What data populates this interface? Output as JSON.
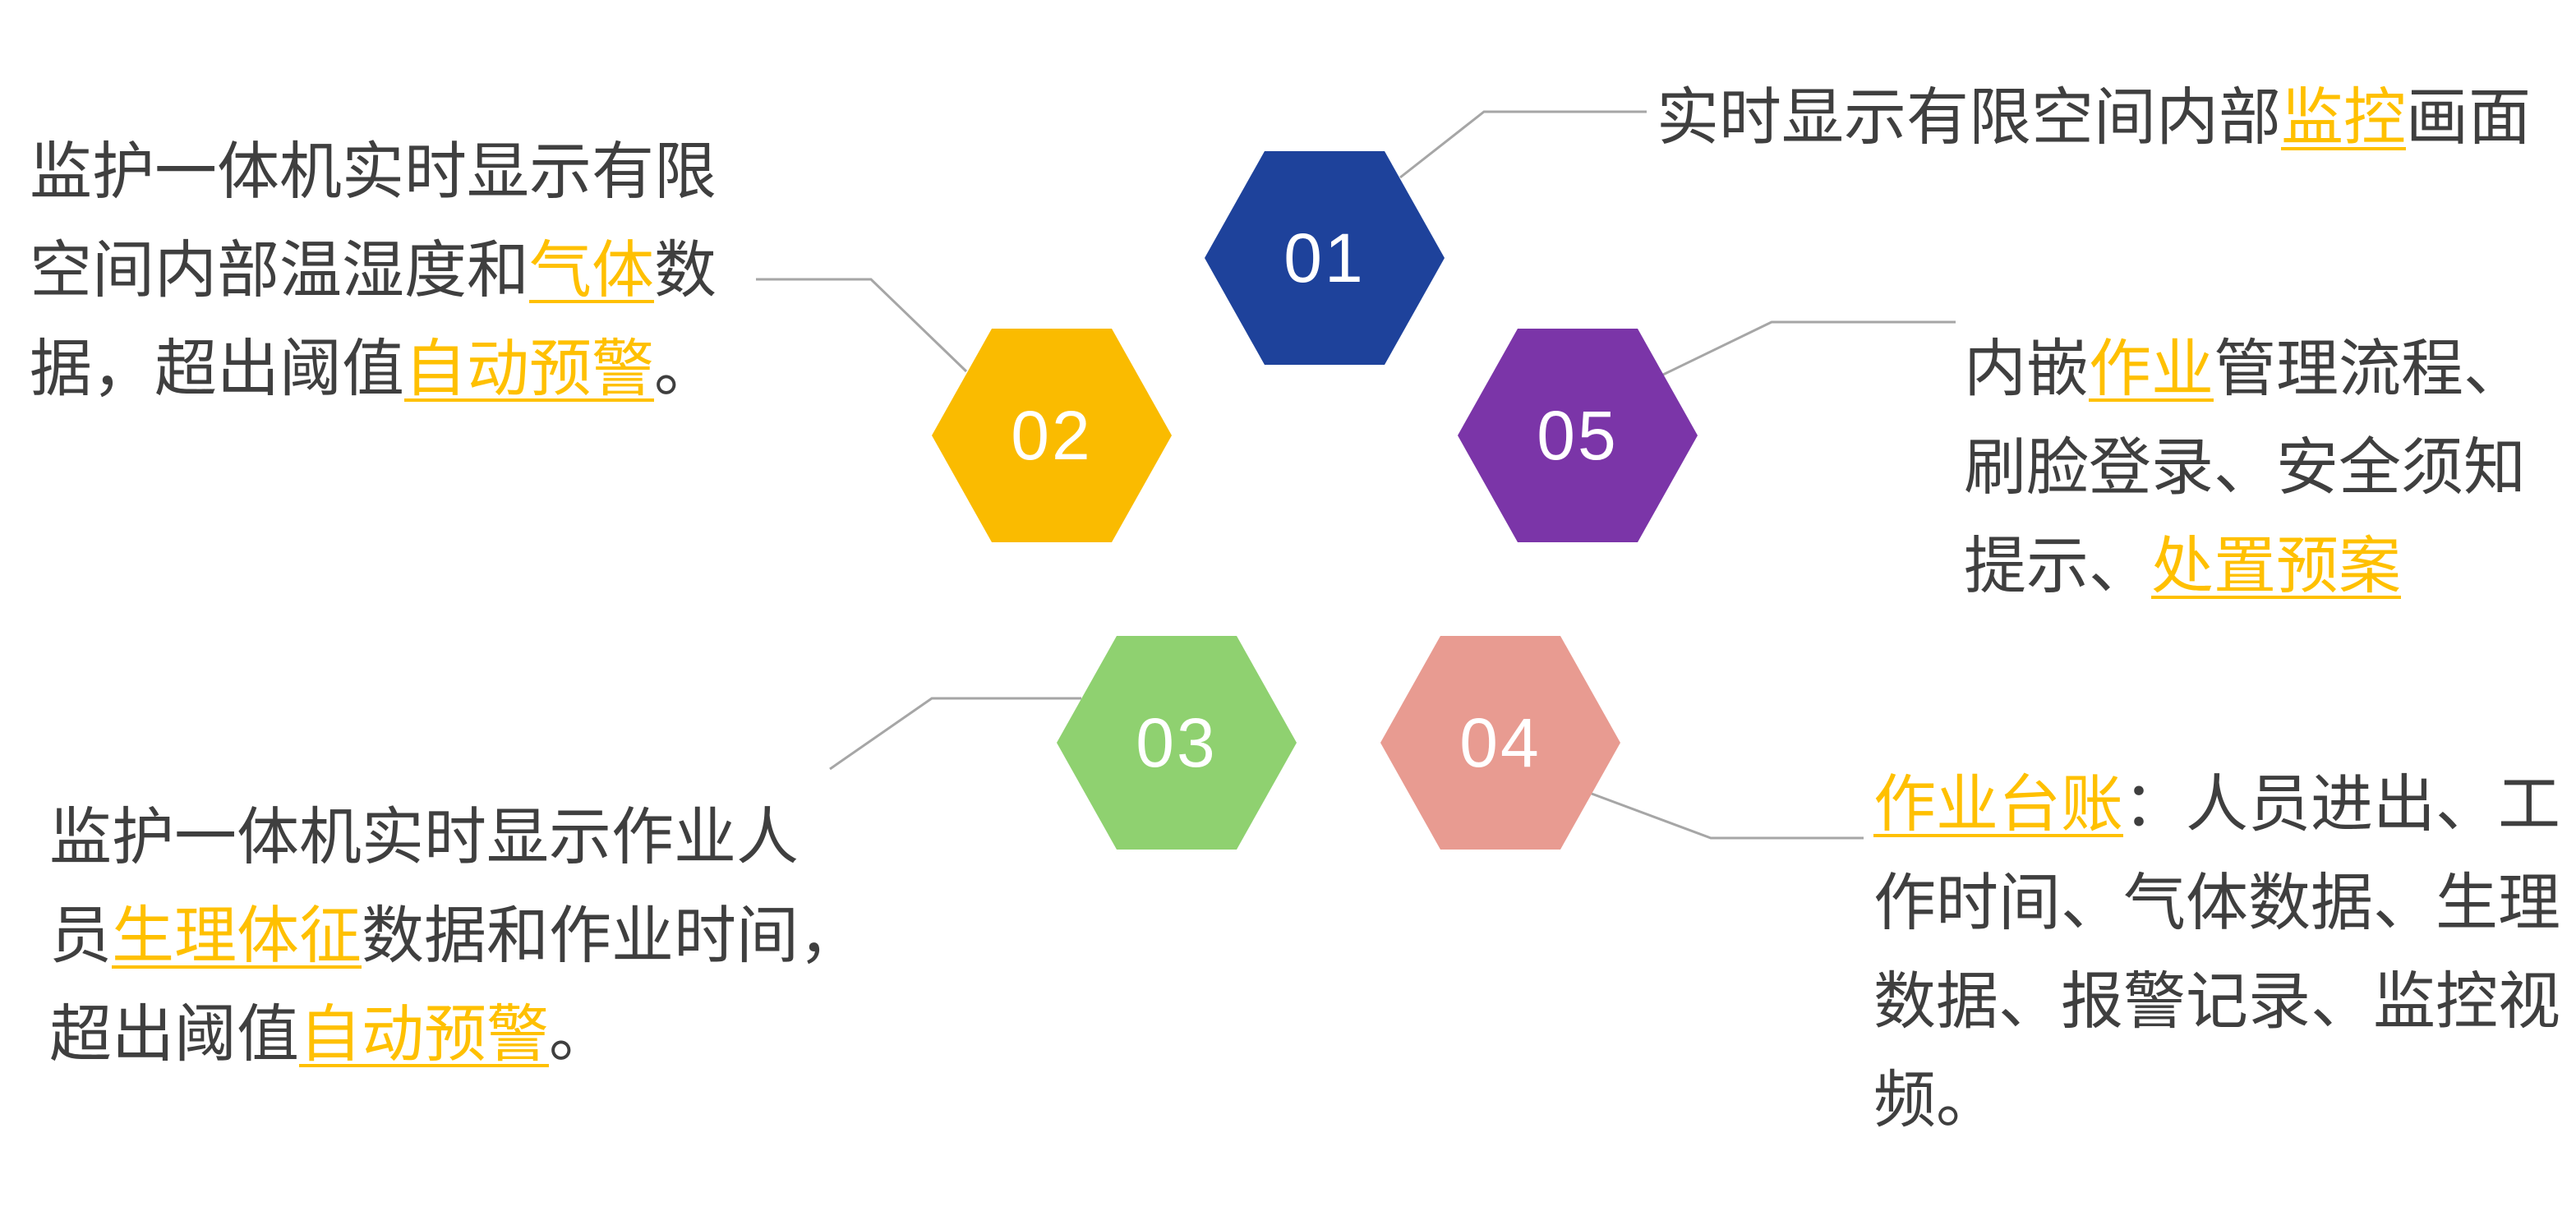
{
  "colors": {
    "highlight": "#FFC000",
    "text": "#3F3F3F",
    "connector": "#A6A6A6",
    "background": "#FFFFFF",
    "number": "#FFFFFF"
  },
  "nodes": [
    {
      "number": "01",
      "color": "#1E429B"
    },
    {
      "number": "02",
      "color": "#FABB00"
    },
    {
      "number": "03",
      "color": "#8FD170"
    },
    {
      "number": "04",
      "color": "#E89B91"
    },
    {
      "number": "05",
      "color": "#7B35A8"
    }
  ],
  "labels": {
    "monitor_screen": {
      "lines": [
        [
          {
            "t": "实时显示有限空间内部"
          },
          {
            "t": "监控",
            "hl": true
          },
          {
            "t": "画面"
          }
        ]
      ]
    },
    "gas_alert": {
      "lines": [
        [
          {
            "t": "监护一体机实时显示有限"
          }
        ],
        [
          {
            "t": "空间内部温湿度和"
          },
          {
            "t": "气体",
            "hl": true
          },
          {
            "t": "数"
          }
        ],
        [
          {
            "t": "据，超出阈值"
          },
          {
            "t": "自动预警",
            "hl": true
          },
          {
            "t": "。"
          }
        ]
      ]
    },
    "work_process": {
      "lines": [
        [
          {
            "t": "内嵌"
          },
          {
            "t": "作业",
            "hl": true
          },
          {
            "t": "管理流程、"
          }
        ],
        [
          {
            "t": "刷脸登录、安全须知"
          }
        ],
        [
          {
            "t": "提示、"
          },
          {
            "t": "处置预案",
            "hl": true
          }
        ]
      ]
    },
    "physiology_alert": {
      "lines": [
        [
          {
            "t": "监护一体机实时显示作业人"
          }
        ],
        [
          {
            "t": "员"
          },
          {
            "t": "生理体征",
            "hl": true
          },
          {
            "t": "数据和作业时间，"
          }
        ],
        [
          {
            "t": "超出阈值"
          },
          {
            "t": "自动预警",
            "hl": true
          },
          {
            "t": "。"
          }
        ]
      ]
    },
    "work_ledger": {
      "lines": [
        [
          {
            "t": "作业台账",
            "hl": true
          },
          {
            "t": "：人员进出、工"
          }
        ],
        [
          {
            "t": "作时间、气体数据、生理"
          }
        ],
        [
          {
            "t": "数据、报警记录、监控视"
          }
        ],
        [
          {
            "t": "频。"
          }
        ]
      ]
    }
  }
}
